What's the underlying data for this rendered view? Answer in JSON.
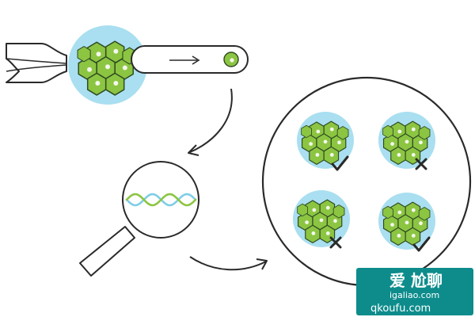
{
  "colors": {
    "outline": "#2a2a2a",
    "halo": "#a9dff0",
    "cell_fill": "#8cc542",
    "cell_stroke": "#2f4a22",
    "nucleus": "#f4f7ee",
    "dna_a": "#8cc542",
    "dna_b": "#7fcde6",
    "watermark_bg": "#0e8c8c"
  },
  "icons": {
    "pipette": "pipette-icon",
    "magnifier": "magnifying-glass-icon",
    "dna": "dna-helix-icon",
    "dish": "petri-dish-icon",
    "pass": "check-mark-icon",
    "fail": "x-mark-icon"
  },
  "embryos": [
    {
      "result": "pass"
    },
    {
      "result": "fail"
    },
    {
      "result": "fail"
    },
    {
      "result": "pass"
    }
  ],
  "watermark": {
    "line1": "爱 尬聊",
    "line2": "igaliao.com",
    "line3": "qkoufu.com"
  }
}
